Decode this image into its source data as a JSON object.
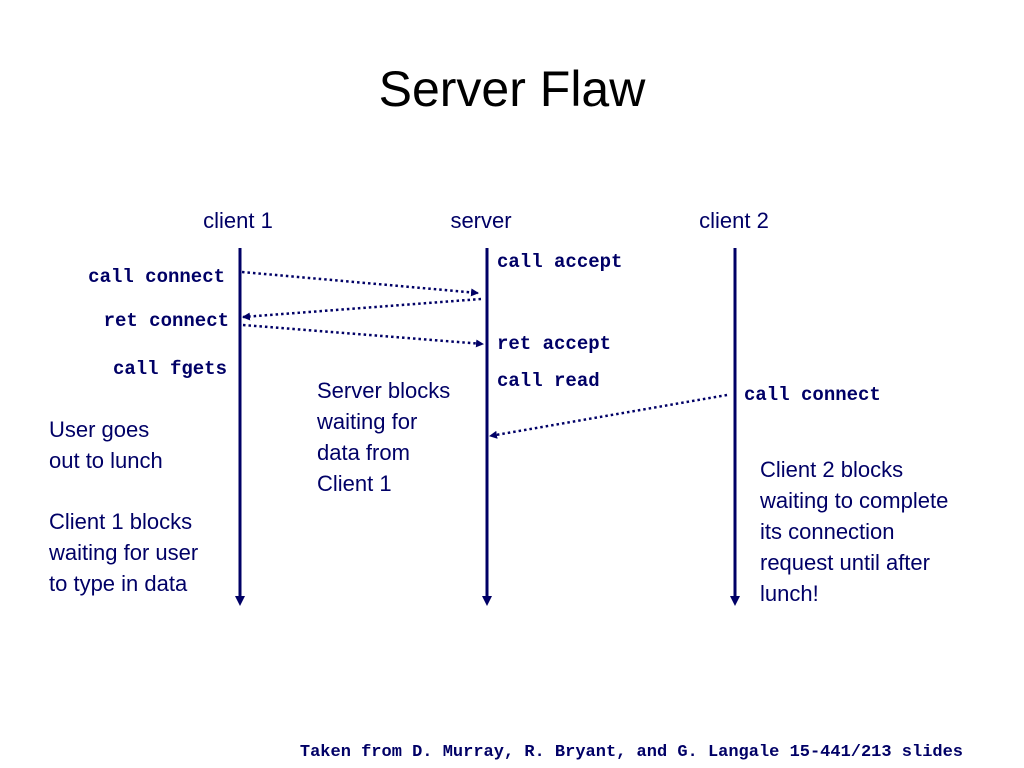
{
  "title": "Server Flaw",
  "colors": {
    "ink": "#000066",
    "title": "#000000",
    "background": "#ffffff"
  },
  "lanes": {
    "client1": "client 1",
    "server": "server",
    "client2": "client 2"
  },
  "calls": {
    "client1_call_connect": "call connect",
    "client1_ret_connect": "ret connect",
    "client1_call_fgets": "call fgets",
    "server_call_accept": "call accept",
    "server_ret_accept": "ret accept",
    "server_call_read": "call read",
    "client2_call_connect": "call connect"
  },
  "notes": {
    "client1_lunch": [
      "User goes",
      "out to lunch"
    ],
    "client1_blocks": [
      "Client 1 blocks",
      "waiting for user",
      "to type in data"
    ],
    "server_blocks": [
      "Server blocks",
      "waiting for",
      "data from",
      "Client 1"
    ],
    "client2_blocks": [
      "Client 2 blocks",
      "waiting to complete",
      "its connection",
      "request until after",
      "lunch!"
    ]
  },
  "credit": "Taken from D. Murray, R. Bryant, and G. Langale 15-441/213 slides"
}
